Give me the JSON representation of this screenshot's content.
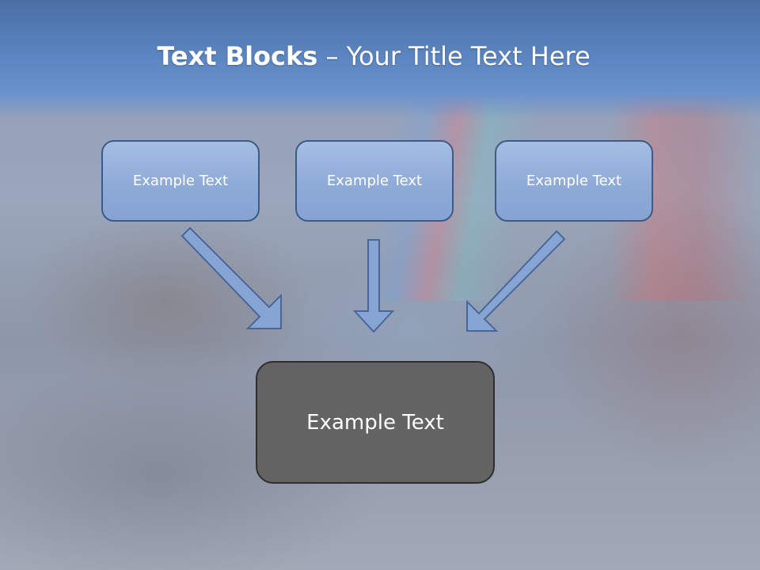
{
  "title": {
    "bold": "Text Blocks",
    "sep": " – ",
    "rest": "Your Title Text Here"
  },
  "blocks": {
    "left": "Example Text",
    "center": "Example Text",
    "right": "Example Text",
    "main": "Example Text"
  },
  "colors": {
    "header": "#5a84c0",
    "block_fill": "#8eabd8",
    "block_border": "#3c5a8a",
    "main_fill": "#636363",
    "arrow_fill": "#87a5d4",
    "arrow_stroke": "#4a6698"
  }
}
